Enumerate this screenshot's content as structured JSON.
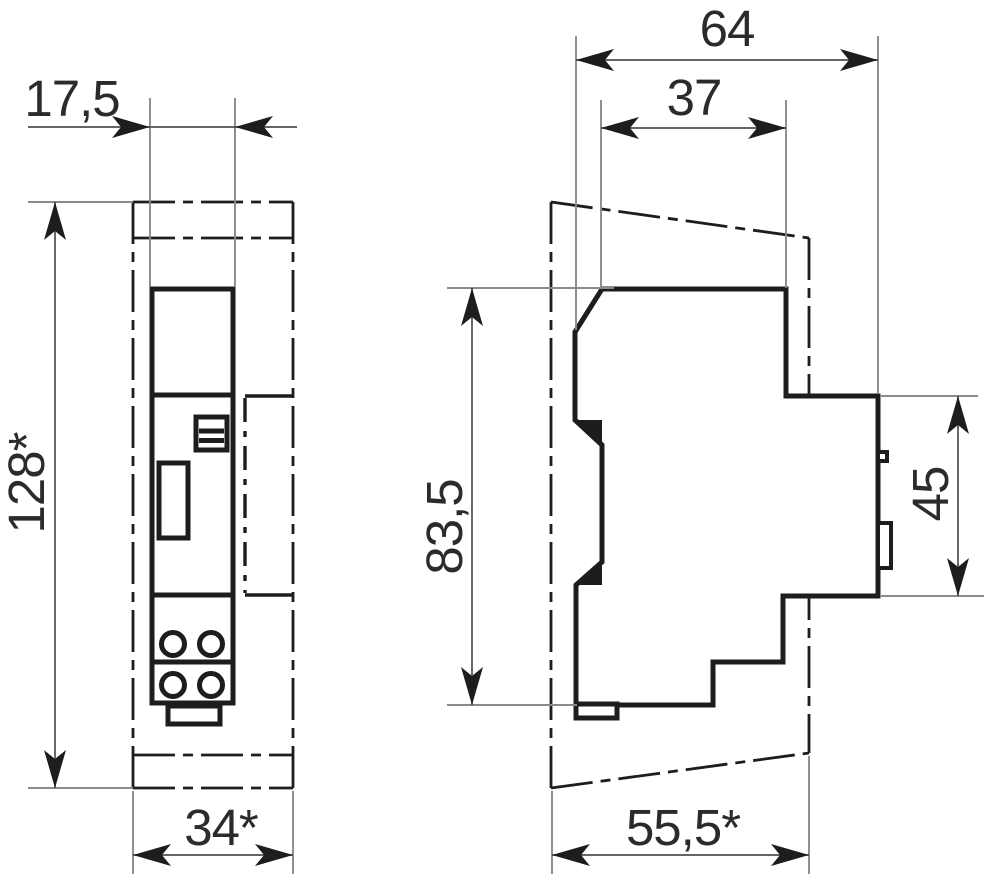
{
  "drawing": {
    "type": "technical-dimension-drawing",
    "subject": "DIN-rail modular device, front and side views with dimensions in mm",
    "dims": {
      "front_width": "17,5",
      "front_height": "128*",
      "front_width_bottom": "34*",
      "side_depth_total": "64",
      "side_depth_upper": "37",
      "side_height_body": "83,5",
      "side_height_front": "45",
      "side_depth_bottom": "55,5*"
    },
    "colors": {
      "line": "#1d1d1b",
      "thin_line": "#8a8a8a",
      "dim_line": "#4f4f4d",
      "text": "#2b2b2a",
      "background": "#ffffff"
    }
  }
}
